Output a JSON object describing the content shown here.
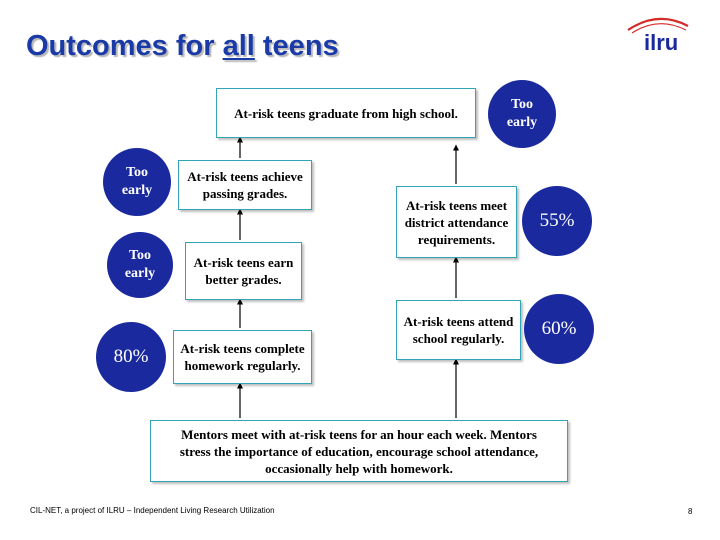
{
  "title": {
    "prefix": "Outcomes for ",
    "emphasis": "all",
    "suffix": " teens"
  },
  "logo": {
    "text": "ilru",
    "icon": "ilru-logo-icon"
  },
  "boxes": {
    "graduate": "At-risk teens graduate from high school.",
    "passing": "At-risk teens achieve\npassing grades.",
    "better": "At-risk teens earn\nbetter grades.",
    "homework": "At-risk teens complete\nhomework regularly.",
    "attendance_req": "At-risk teens meet\ndistrict attendance\nrequirements.",
    "attend": "At-risk teens attend\nschool regularly.",
    "mentors": "Mentors meet with at-risk teens for an hour each week. Mentors\nstress the importance of education, encourage school attendance,\noccasionally help with homework."
  },
  "badges": {
    "graduate": "Too\nearly",
    "passing": "Too\nearly",
    "better": "Too\nearly",
    "homework": "80%",
    "attendance_req": "55%",
    "attend": "60%"
  },
  "footer": {
    "text": "CIL-NET, a project of ILRU – Independent Living Research Utilization",
    "page": "8"
  },
  "colors": {
    "title": "#1a3aa8",
    "box_border": "#33a3b8",
    "badge_fill": "#1a2a9e",
    "logo_red": "#d42a2a",
    "logo_blue": "#1a2a9e"
  }
}
